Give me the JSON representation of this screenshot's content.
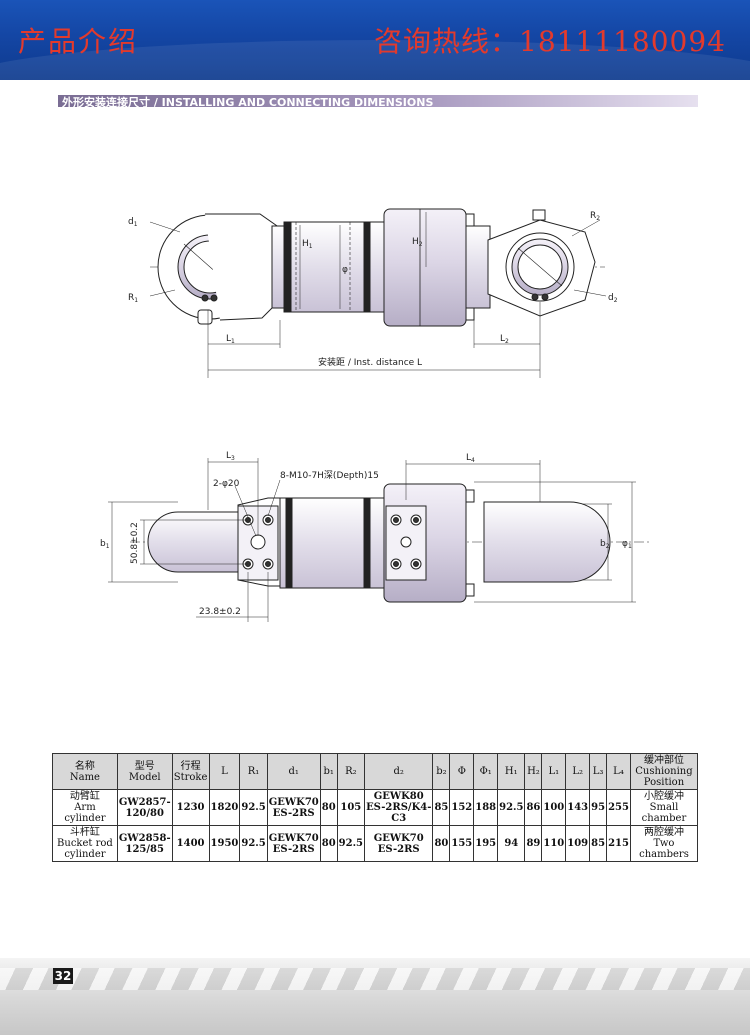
{
  "banner": {
    "left_text": "产品介绍",
    "right_text": "咨询热线：18111180094"
  },
  "section_title": "外形安装连接尺寸 / INSTALLING AND CONNECTING DIMENSIONS",
  "drawing_top": {
    "d1": "d",
    "d1_sub": "1",
    "r1": "R",
    "r1_sub": "1",
    "r2": "R",
    "r2_sub": "2",
    "d2": "d",
    "d2_sub": "2",
    "h1": "H",
    "h1_sub": "1",
    "h2": "H",
    "h2_sub": "2",
    "phi": "φ",
    "l1": "L",
    "l1_sub": "1",
    "l2": "L",
    "l2_sub": "2",
    "inst_distance": "安装距 / Inst. distance  L"
  },
  "drawing_bottom": {
    "l3": "L",
    "l3_sub": "3",
    "l4": "L",
    "l4_sub": "4",
    "holes_note": "8-M10-7H深(Depth)15",
    "pin_note": "2-φ20",
    "b1": "b",
    "b1_sub": "1",
    "b2": "b",
    "b2_sub": "2",
    "phi1": "φ",
    "phi1_sub": "1",
    "dim_vertical": "50.8±0.2",
    "dim_horizontal": "23.8±0.2"
  },
  "table": {
    "headers": [
      {
        "cn": "名称",
        "en": "Name"
      },
      {
        "cn": "型号",
        "en": "Model"
      },
      {
        "cn": "行程",
        "en": "Stroke"
      },
      {
        "cn": "",
        "en": "L"
      },
      {
        "cn": "",
        "en": "R₁"
      },
      {
        "cn": "",
        "en": "d₁"
      },
      {
        "cn": "",
        "en": "b₁"
      },
      {
        "cn": "",
        "en": "R₂"
      },
      {
        "cn": "",
        "en": "d₂"
      },
      {
        "cn": "",
        "en": "b₂"
      },
      {
        "cn": "",
        "en": "Φ"
      },
      {
        "cn": "",
        "en": "Φ₁"
      },
      {
        "cn": "",
        "en": "H₁"
      },
      {
        "cn": "",
        "en": "H₂"
      },
      {
        "cn": "",
        "en": "L₁"
      },
      {
        "cn": "",
        "en": "L₂"
      },
      {
        "cn": "",
        "en": "L₃"
      },
      {
        "cn": "",
        "en": "L₄"
      },
      {
        "cn": "缓冲部位",
        "en": "Cushioning Position"
      }
    ],
    "rows": [
      {
        "name_cn": "动臂缸",
        "name_en": "Arm cylinder",
        "model": "GW2857-120/80",
        "stroke": "1230",
        "L": "1820",
        "R1": "92.5",
        "d1": "GEWK70 ES-2RS",
        "b1": "80",
        "R2": "105",
        "d2": "GEWK80 ES-2RS/K4-C3",
        "b2": "85",
        "phi": "152",
        "phi1": "188",
        "H1": "92.5",
        "H2": "86",
        "L1": "100",
        "L2": "143",
        "L3": "95",
        "L4": "255",
        "cush_cn": "小腔缓冲",
        "cush_en": "Small chamber"
      },
      {
        "name_cn": "斗杆缸",
        "name_en": "Bucket rod cylinder",
        "model": "GW2858-125/85",
        "stroke": "1400",
        "L": "1950",
        "R1": "92.5",
        "d1": "GEWK70 ES-2RS",
        "b1": "80",
        "R2": "92.5",
        "d2": "GEWK70 ES-2RS",
        "b2": "80",
        "phi": "155",
        "phi1": "195",
        "H1": "94",
        "H2": "89",
        "L1": "110",
        "L2": "109",
        "L3": "85",
        "L4": "215",
        "cush_cn": "两腔缓冲",
        "cush_en": "Two chambers"
      }
    ]
  },
  "page_number": "32"
}
